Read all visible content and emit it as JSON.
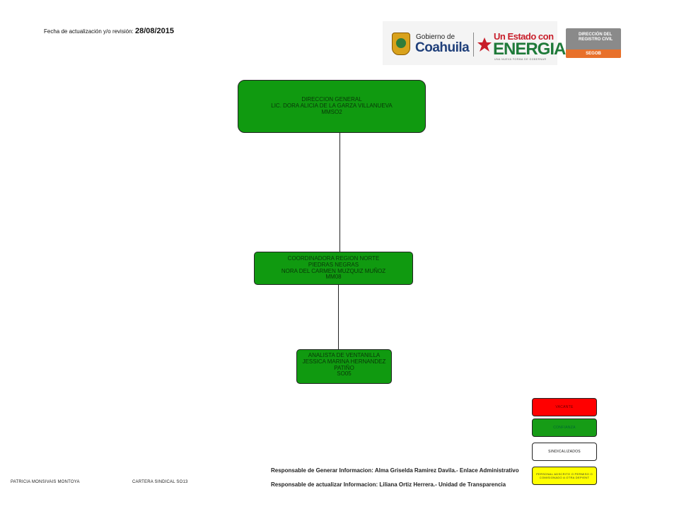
{
  "header": {
    "revision_label": "Fecha de actualización y/o revisión:",
    "revision_date": "28/08/2015"
  },
  "logos": {
    "gobierno_small": "Gobierno de",
    "gobierno_big": "Coahuila",
    "energia_small": "Un Estado con",
    "energia_big": "ENERGIA",
    "energia_tagline": "UNA NUEVA FORMA DE GOBERNAR",
    "registro_line1": "DIRECCIÓN DEL",
    "registro_line2": "REGISTRO CIVIL",
    "registro_org": "SEGOB"
  },
  "org": {
    "direccion": {
      "line1": "DIRECCION GENERAL",
      "line2": "LIC. DORA ALICIA DE LA GARZA VILLANUEVA",
      "line3": "MMSO2"
    },
    "coordinadora": {
      "line1": "COORDINADORA REGION NORTE",
      "line2": "PIEDRAS NEGRAS",
      "line3": "NORA DEL CARMEN MUZQUIZ MUÑOZ",
      "line4": "MM08"
    },
    "analista": {
      "line1": "ANALISTA DE VENTANILLA",
      "line2": "JESSICA MARINA HERNANDEZ",
      "line3": "PATIÑO",
      "line4": "SO05"
    }
  },
  "legend": {
    "red": "VACANTE",
    "green": "CONFIANZA",
    "white": "SINDICALIZADOS",
    "yellow": "PERSONAL ADSCRITO O PERMISO O COMISIONADO A OTRA DEP/ENT"
  },
  "footer": {
    "resp_generar": "Responsable de Generar Informacion: Alma Griselda Ramirez Davila.- Enlace Administrativo",
    "resp_actualizar": "Responsable de actualizar Informacion: Liliana Ortiz Herrera.- Unidad de Transparencia",
    "left_name": "PATRICIA MONSIVAIS MONTOYA",
    "cartera": "CARTERA SINDICAL SO13"
  },
  "colors": {
    "node_green": "#109a10",
    "vacante_red": "#ff0000",
    "confianza_green": "#169c16",
    "comisionado_yellow": "#ffff00"
  }
}
